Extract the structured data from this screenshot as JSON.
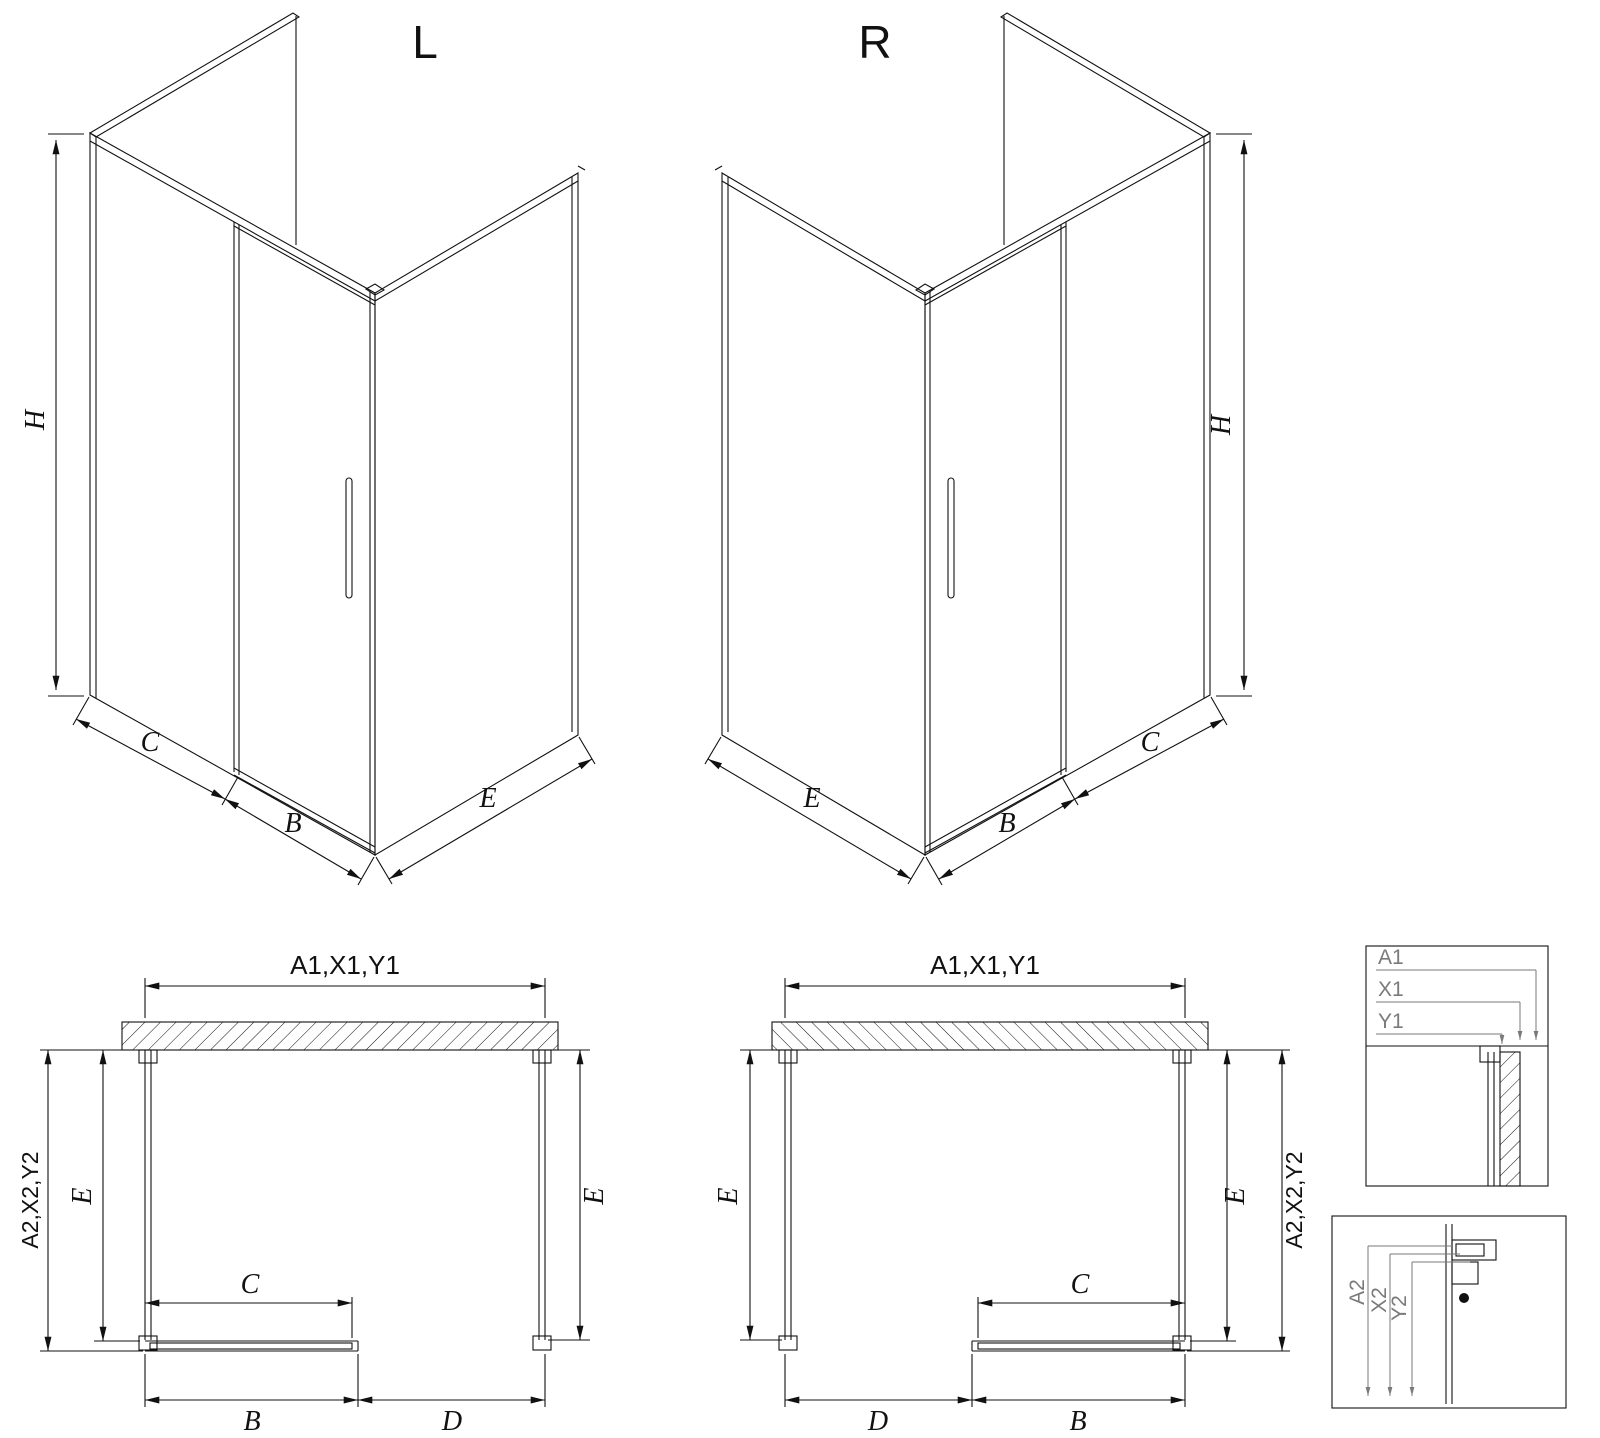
{
  "iso_l": {
    "title": "L",
    "dim_h": "H",
    "dim_c": "C",
    "dim_b": "B",
    "dim_e": "E"
  },
  "iso_r": {
    "title": "R",
    "dim_h": "H",
    "dim_c": "C",
    "dim_b": "B",
    "dim_e": "E"
  },
  "plan_l": {
    "dim_width": "A1,X1,Y1",
    "dim_depth_outer": "A2,X2,Y2",
    "dim_depth_left": "E",
    "dim_depth_right": "E",
    "dim_c": "C",
    "dim_b": "B",
    "dim_d": "D"
  },
  "plan_r": {
    "dim_width": "A1,X1,Y1",
    "dim_depth_outer": "A2,X2,Y2",
    "dim_depth_left": "E",
    "dim_depth_right": "E",
    "dim_c": "C",
    "dim_b": "B",
    "dim_d": "D"
  },
  "detail_top": {
    "label_a1": "A1",
    "label_x1": "X1",
    "label_y1": "Y1"
  },
  "detail_bottom": {
    "label_a2": "A2",
    "label_x2": "X2",
    "label_y2": "Y2"
  },
  "colors": {
    "line": "#111111",
    "detail_line": "#7a7a7a",
    "background": "#ffffff"
  }
}
